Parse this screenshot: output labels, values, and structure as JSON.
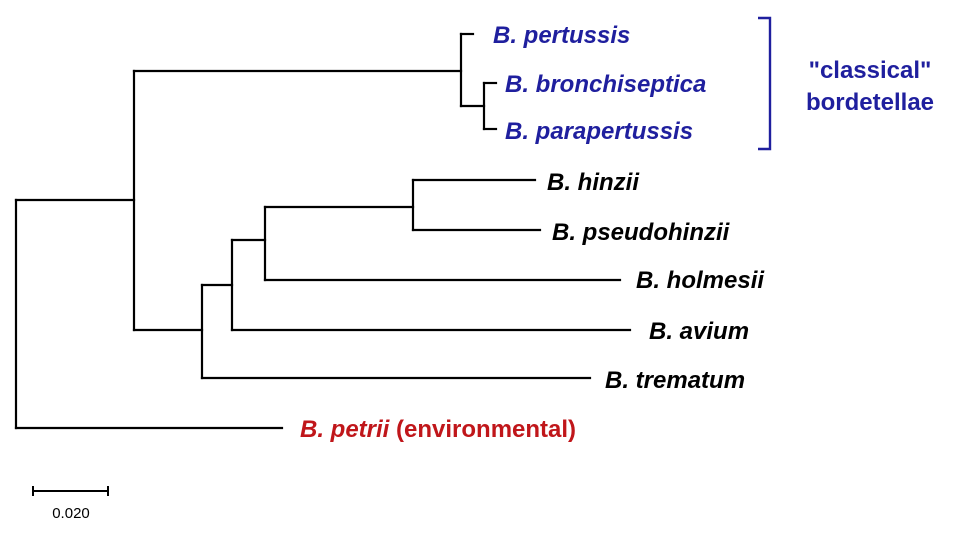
{
  "colors": {
    "branch": "#000000",
    "classical": "#1f1f9e",
    "environmental": "#c0161a",
    "default_label": "#000000"
  },
  "taxa": [
    {
      "id": "pertussis",
      "label": "B. pertussis",
      "group": "classical"
    },
    {
      "id": "bronchiseptica",
      "label": "B. bronchiseptica",
      "group": "classical"
    },
    {
      "id": "parapertussis",
      "label": "B. parapertussis",
      "group": "classical"
    },
    {
      "id": "hinzii",
      "label": "B. hinzii",
      "group": "other"
    },
    {
      "id": "pseudohinzii",
      "label": "B. pseudohinzii",
      "group": "other"
    },
    {
      "id": "holmesii",
      "label": "B. holmesii",
      "group": "other"
    },
    {
      "id": "avium",
      "label": "B. avium",
      "group": "other"
    },
    {
      "id": "trematum",
      "label": "B. trematum",
      "group": "other"
    },
    {
      "id": "petrii",
      "label": "B. petrii",
      "suffix": " (environmental)",
      "group": "environmental"
    }
  ],
  "group_bracket": {
    "line1": "\"classical\"",
    "line2": "bordetellae"
  },
  "scale_bar": {
    "label": "0.020"
  }
}
